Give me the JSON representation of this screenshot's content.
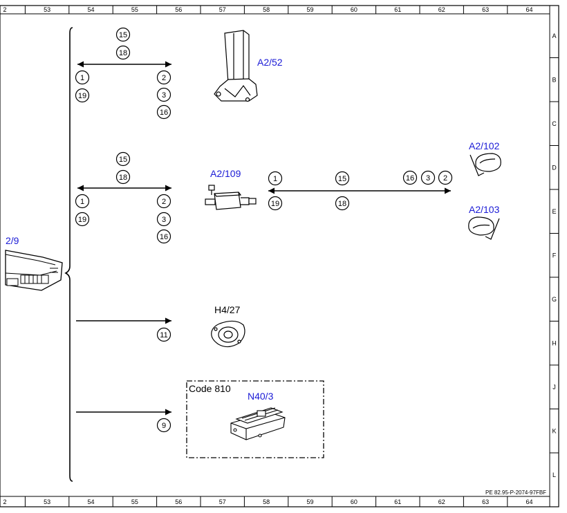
{
  "frame": {
    "columns": [
      "2",
      "53",
      "54",
      "55",
      "56",
      "57",
      "58",
      "59",
      "60",
      "61",
      "62",
      "63",
      "64"
    ],
    "rows": [
      "A",
      "B",
      "C",
      "D",
      "E",
      "F",
      "G",
      "H",
      "J",
      "K",
      "L"
    ]
  },
  "components": {
    "a2_52": "A2/52",
    "a2_109": "A2/109",
    "a2_102": "A2/102",
    "a2_103": "A2/103",
    "a2_9_partial": "2/9",
    "h4_27": "H4/27",
    "n40_3": "N40/3",
    "code_box": "Code 810"
  },
  "connectors": {
    "row1_top": [
      "15",
      "18"
    ],
    "row1_left": [
      "1",
      "19"
    ],
    "row1_right": [
      "2",
      "3",
      "16"
    ],
    "row2_top": [
      "15",
      "18"
    ],
    "row2_left": [
      "1",
      "19"
    ],
    "row2_right": [
      "2",
      "3",
      "16"
    ],
    "row2b_left": [
      "1",
      "19"
    ],
    "row2b_mid": [
      "15",
      "18"
    ],
    "row2b_right": [
      "16",
      "3",
      "2"
    ],
    "row3": [
      "11"
    ],
    "row4": [
      "9"
    ]
  },
  "footer": {
    "reference": "PE 82.95-P-2074-97FBF"
  },
  "colors": {
    "blue_label": "#1a1ad6",
    "line": "#000000"
  }
}
